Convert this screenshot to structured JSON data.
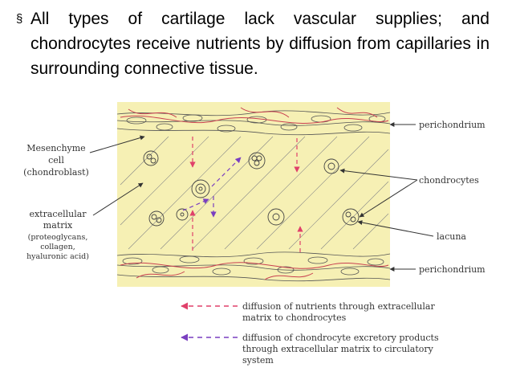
{
  "bullet": {
    "marker": "§",
    "text": "All types of cartilage lack vascular supplies; and chondrocytes receive nutrients by diffusion from capillaries in surrounding connective tissue."
  },
  "labels": {
    "mesenchyme": [
      "Mesenchyme",
      "cell",
      "(chondroblast)"
    ],
    "matrix": [
      "extracellular",
      "matrix",
      "(proteoglycans,",
      "collagen,",
      "hyaluronic acid)"
    ],
    "perichondrium_top": "perichondrium",
    "chondrocytes": "chondrocytes",
    "lacuna": "lacuna",
    "perichondrium_bottom": "perichondrium"
  },
  "legend": {
    "nutrients": [
      "diffusion of nutrients through extracellular",
      "matrix to chondrocytes"
    ],
    "excretory": [
      "diffusion of chondrocyte excretory products",
      "through extracellular matrix to circulatory",
      "system"
    ]
  },
  "colors": {
    "matrix_bg": "#f6f0b4",
    "nutrient_arrow": "#e0406a",
    "excretory_arrow": "#7a3fc0",
    "line": "#444444"
  }
}
